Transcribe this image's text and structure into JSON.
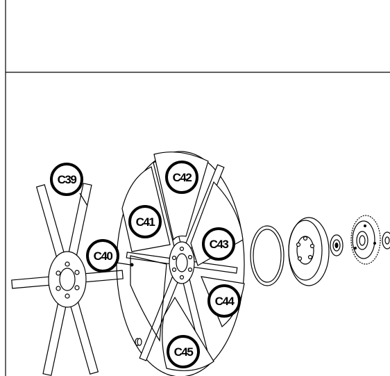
{
  "callouts": {
    "c39": "C39",
    "c40": "C40",
    "c41": "C41",
    "c42": "C42",
    "c43": "C43",
    "c44": "C44",
    "c45": "C45"
  },
  "colors": {
    "line": "#000000",
    "background": "#ffffff"
  }
}
